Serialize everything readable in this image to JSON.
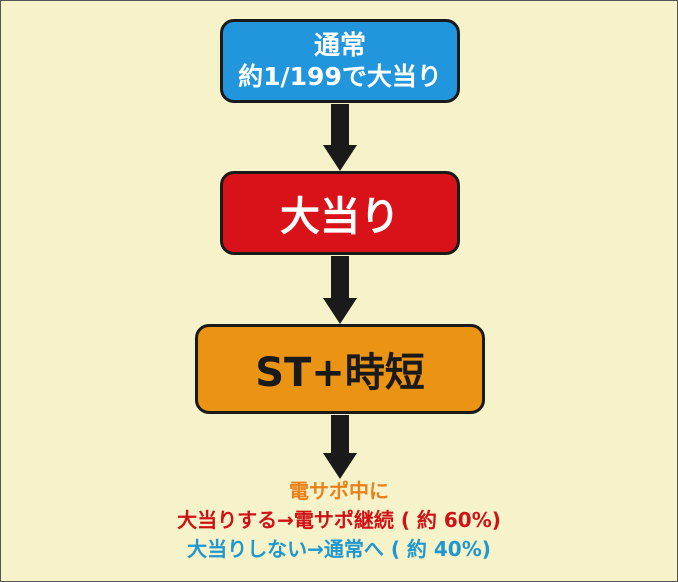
{
  "colors": {
    "background": "#f6f2c9",
    "normal_box": "#2196dc",
    "jackpot_box": "#d91219",
    "st_box": "#eb9414",
    "arrow": "#1a1a1a",
    "note_orange": "#e8811a",
    "note_red": "#d01216",
    "note_blue": "#1f97cf"
  },
  "flow": {
    "normal": {
      "line1": "通常",
      "line2": "約1/199で大当り"
    },
    "jackpot": {
      "label": "大当り"
    },
    "st": {
      "label": "ST+時短"
    }
  },
  "notes": {
    "header": "電サポ中に",
    "hit": "大当りする→電サポ継続 ( 約 60%)",
    "miss": "大当りしない→通常へ ( 約 40%)"
  }
}
